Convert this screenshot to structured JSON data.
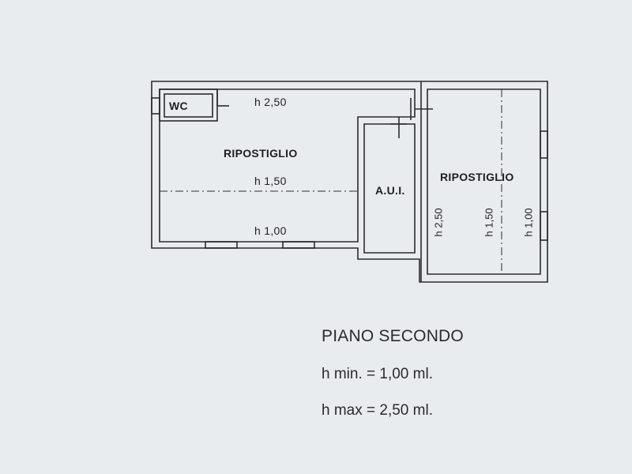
{
  "plan": {
    "rooms": {
      "wc": "WC",
      "storage_left": "RIPOSTIGLIO",
      "aui": "A.U.I.",
      "storage_right": "RIPOSTIGLIO"
    },
    "heights": {
      "left_top": "h 2,50",
      "left_mid": "h 1,50",
      "left_bottom": "h 1,00",
      "right_a": "h 2,50",
      "right_b": "h 1,50",
      "right_c": "h 1,00"
    }
  },
  "legend": {
    "title": "PIANO SECONDO",
    "h_min": "h min. = 1,00 ml.",
    "h_max": "h max = 2,50 ml."
  }
}
